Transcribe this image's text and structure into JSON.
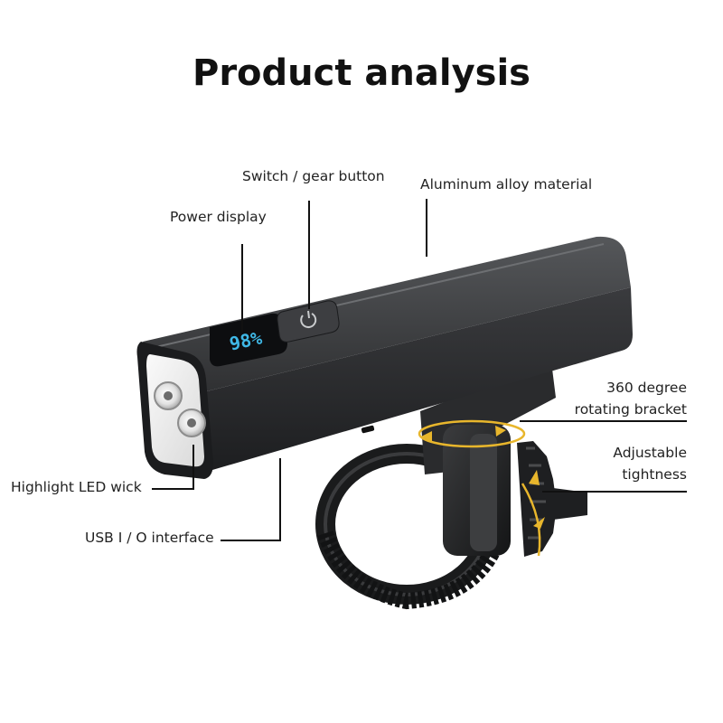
{
  "header": {
    "title": "Product analysis"
  },
  "display": {
    "readout": "98%"
  },
  "callouts": {
    "switch_button": "Switch / gear button",
    "aluminum": "Aluminum alloy material",
    "power_display": "Power display",
    "rotating_bracket_line1": "360 degree",
    "rotating_bracket_line2": "rotating bracket",
    "tightness_line1": "Adjustable",
    "tightness_line2": "tightness",
    "led_wick": "Highlight LED wick",
    "usb_interface": "USB I / O interface"
  },
  "colors": {
    "body": "#2b2c2e",
    "display_digits": "#3fb8e6",
    "arrow": "#e8b62c",
    "leader_line": "#111111"
  },
  "icons": {
    "button": "power-icon"
  }
}
